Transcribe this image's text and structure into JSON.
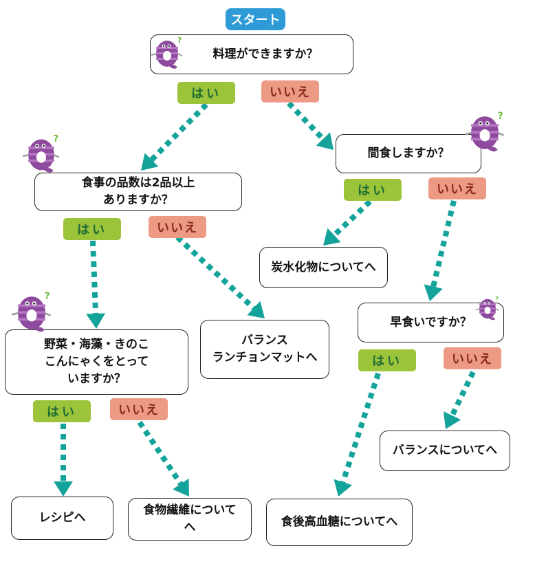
{
  "start": {
    "label": "スタート"
  },
  "answers": {
    "yes": "はい",
    "no": "いいえ"
  },
  "questions": {
    "q1": "料理ができますか？",
    "q2": "食事の品数は2品以上\nありますか？",
    "q3": "間食しますか？",
    "q4": "野菜・海藻・きのこ\nこんにゃくをとって\nいますか？",
    "q5": "早食いですか？"
  },
  "results": {
    "balance_lunch_mat": "バランス\nランチョンマットへ",
    "carbohydrates": "炭水化物についてへ",
    "recipe": "レシピへ",
    "dietary_fiber": "食物繊維について\nへ",
    "postprandial_glucose": "食後高血糖についてへ",
    "balance": "バランスについてへ"
  },
  "colors": {
    "start": "#2e9ad6",
    "yes_bg": "#9cc43b",
    "yes_text": "#1e6b34",
    "no_bg": "#ec9a84",
    "no_text": "#8a2a1e",
    "arrow": "#14a39a",
    "mascot": "#8e4a9e"
  }
}
